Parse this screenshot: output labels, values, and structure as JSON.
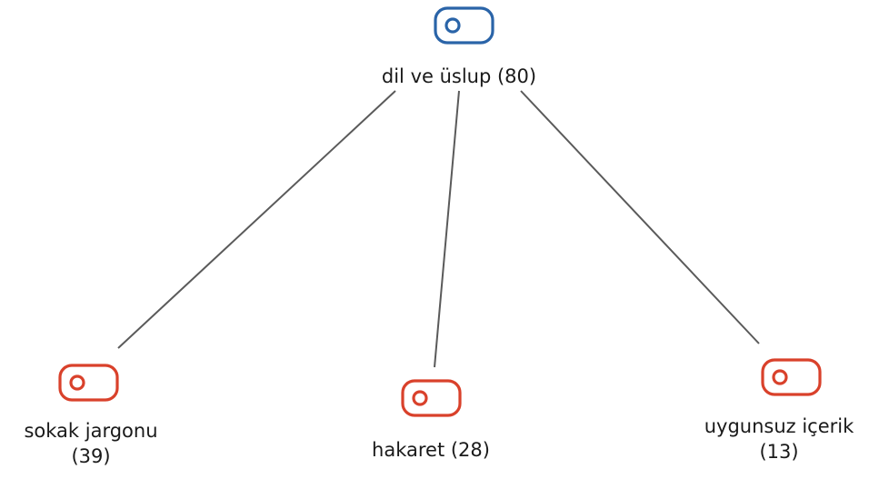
{
  "diagram": {
    "root": {
      "label": "dil ve üslup (80)",
      "color": "#2a64a8"
    },
    "children": [
      {
        "line1": "sokak jargonu",
        "line2": "(39)",
        "color": "#d9412b"
      },
      {
        "line1": "hakaret (28)",
        "line2": "",
        "color": "#d9412b"
      },
      {
        "line1": "uygunsuz içerik",
        "line2": "(13)",
        "color": "#d9412b"
      }
    ]
  }
}
